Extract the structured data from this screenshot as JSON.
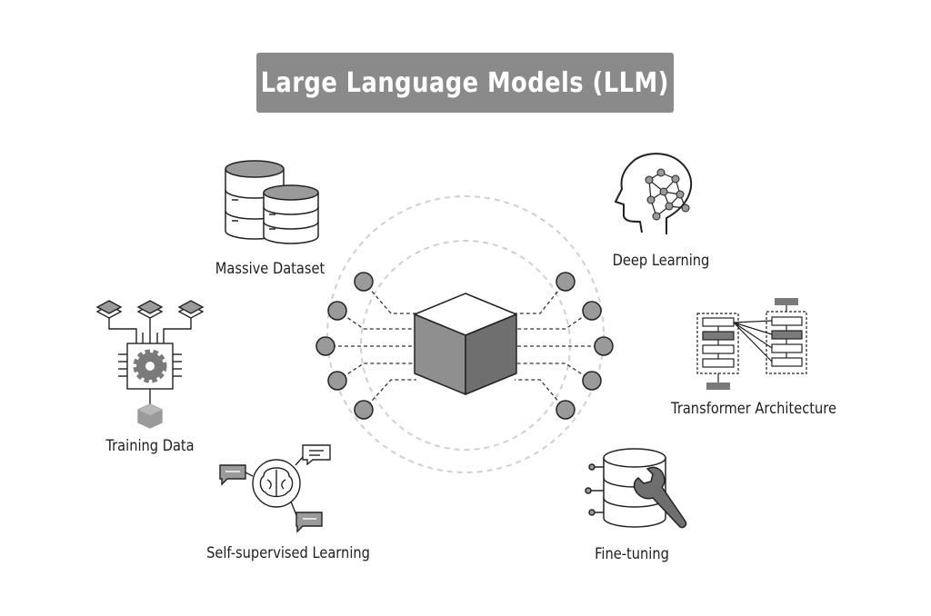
{
  "title": "Large Language Models (LLM)",
  "concepts": {
    "massive_dataset": "Massive Dataset",
    "deep_learning": "Deep Learning",
    "training_data": "Training Data",
    "transformer_architecture": "Transformer Architecture",
    "self_supervised_learning": "Self-supervised Learning",
    "fine_tuning": "Fine-tuning"
  },
  "icons": {
    "center": "cube-icon",
    "massive_dataset": "database-stack-icon",
    "deep_learning": "head-neural-network-icon",
    "training_data": "processor-gear-icon",
    "transformer_architecture": "transformer-diagram-icon",
    "self_supervised_learning": "brain-chat-icon",
    "fine_tuning": "database-wrench-icon"
  },
  "colors": {
    "title_background": "#8a8a8a",
    "title_text": "#ffffff",
    "icon_fill": "#9a9a9a",
    "icon_stroke": "#222222",
    "dashed_ring": "#d0d0d0"
  }
}
